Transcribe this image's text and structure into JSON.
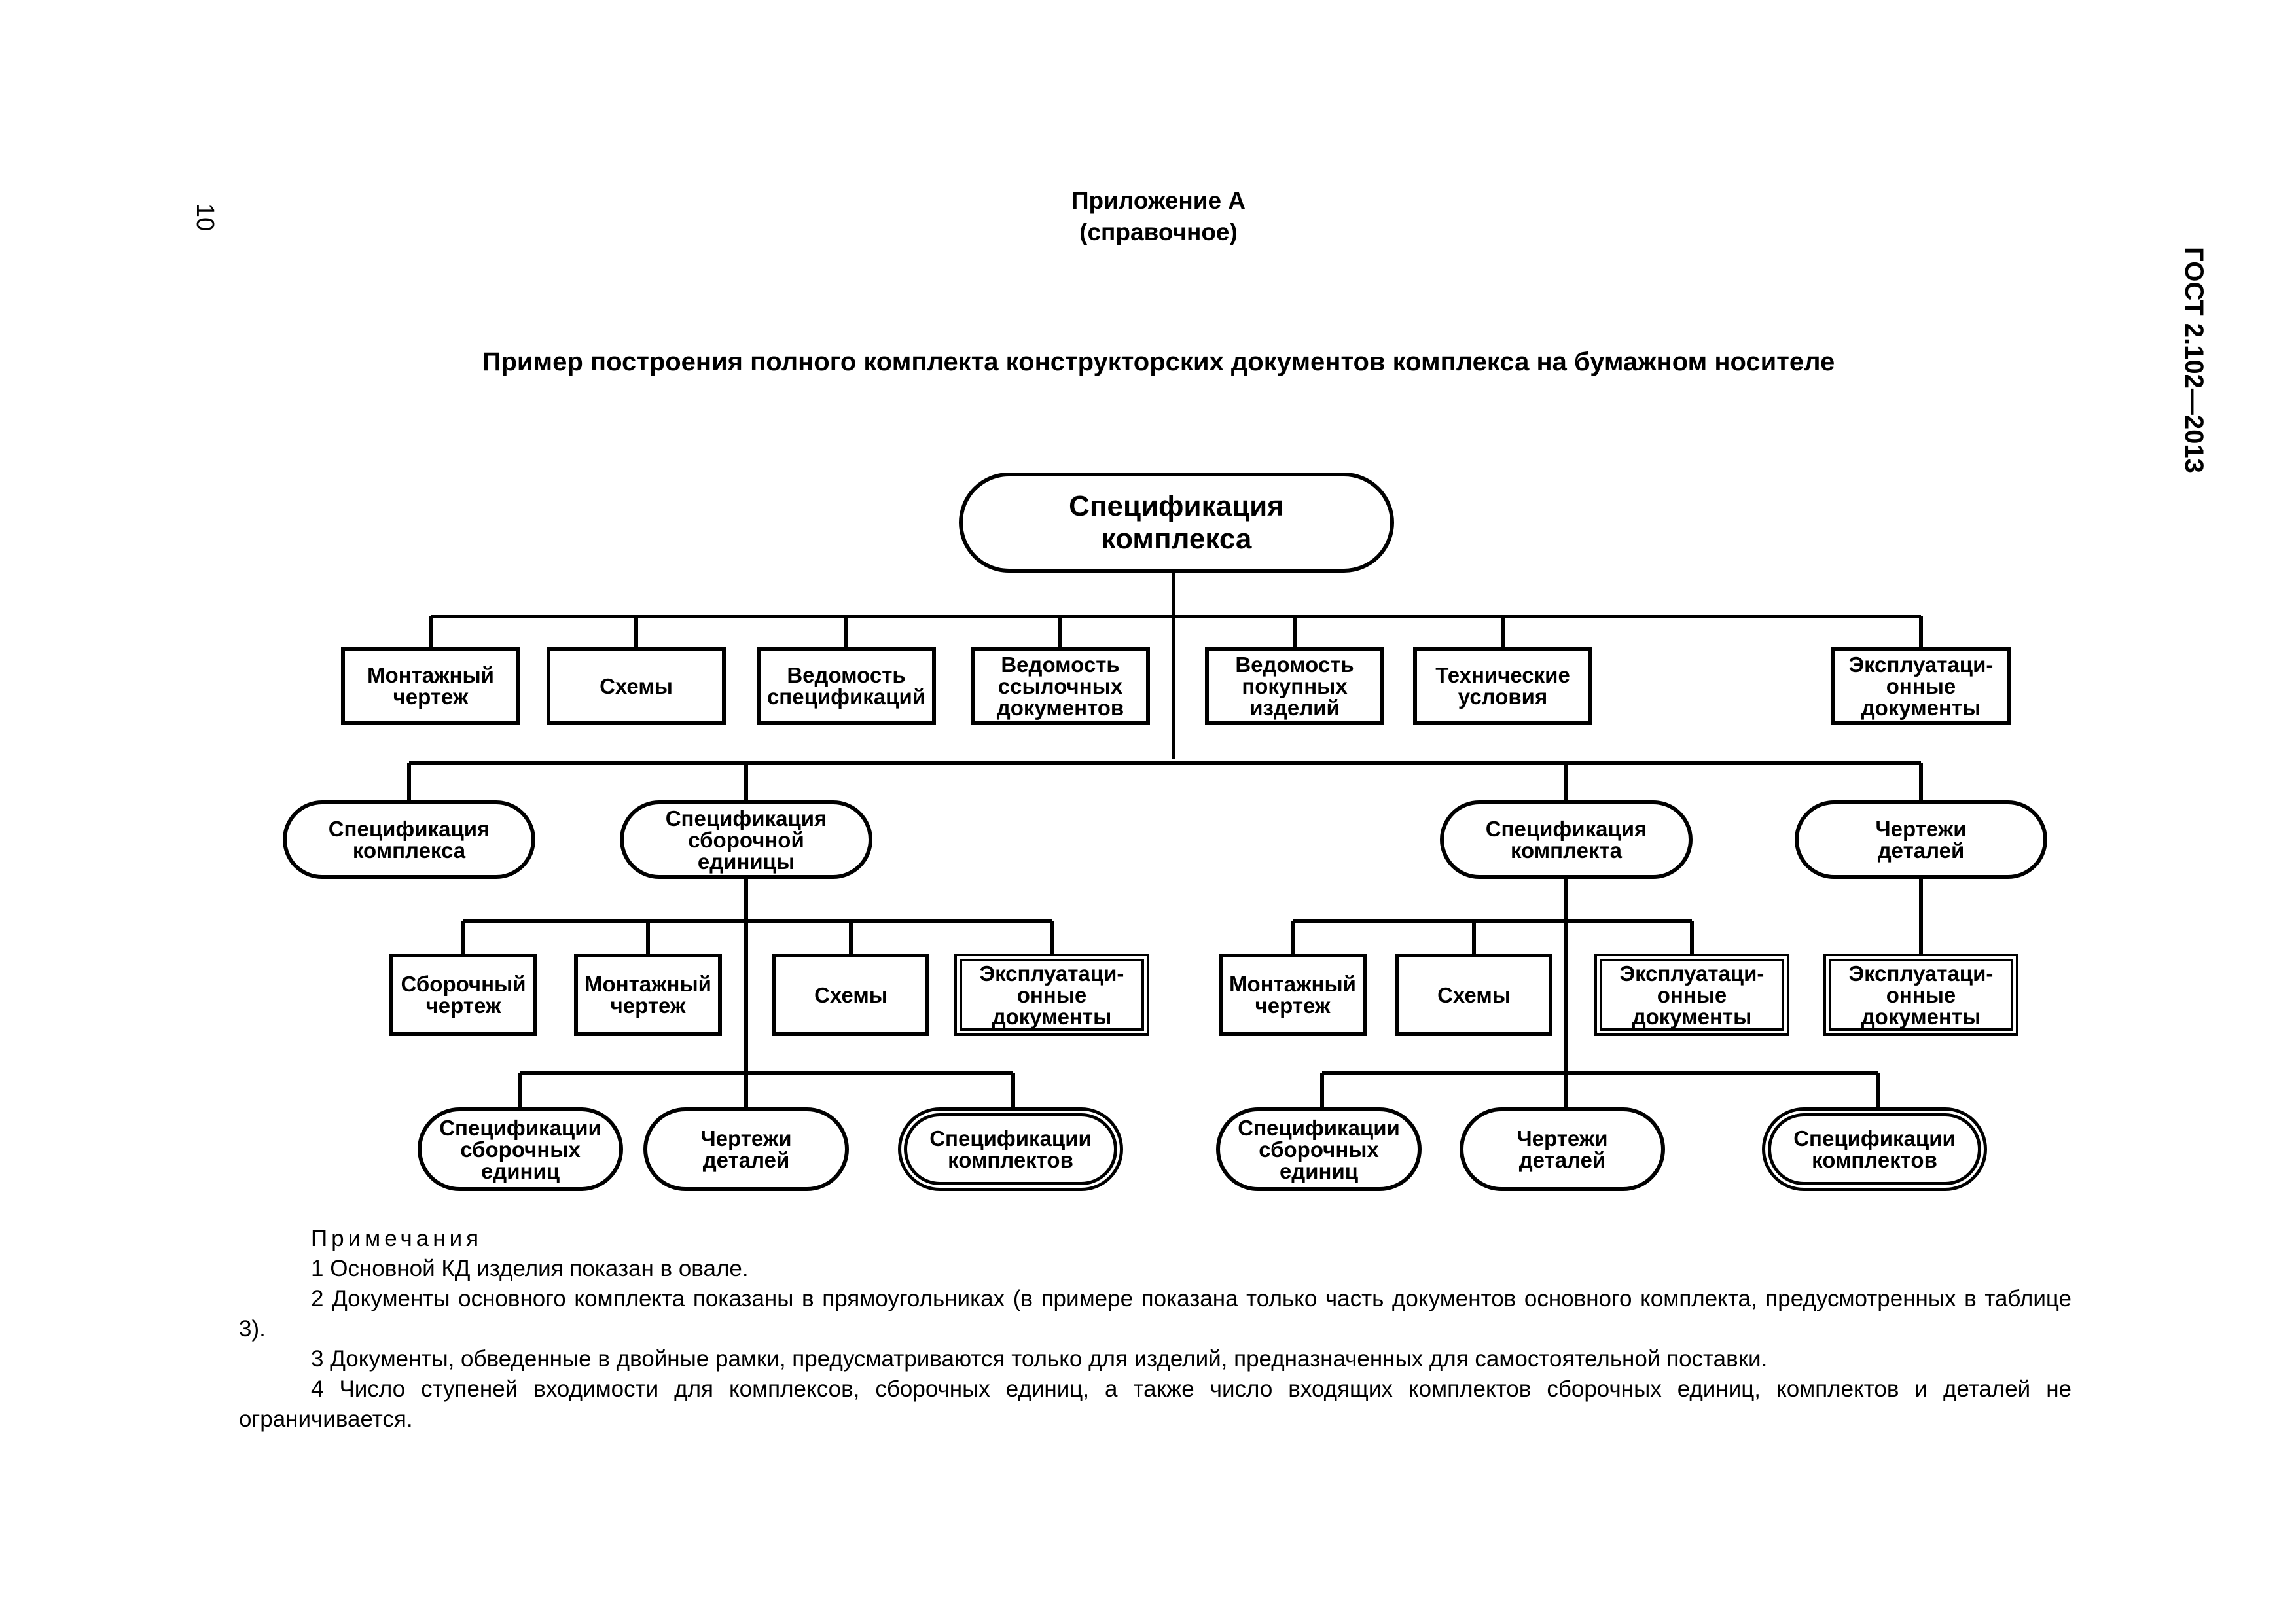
{
  "header": {
    "page_number": "10",
    "standard_code": "ГОСТ 2.102—2013",
    "appendix_title": "Приложение А",
    "appendix_type": "(справочное)",
    "title": "Пример построения полного комплекта конструкторских документов комплекса на бумажном носителе"
  },
  "diagram": {
    "root": "Спецификация\nкомплекса",
    "level1": [
      "Монтажный\nчертеж",
      "Схемы",
      "Ведомость\nспецификаций",
      "Ведомость\nссылочных\nдокументов",
      "Ведомость\nпокупных\nизделий",
      "Технические\nусловия",
      "Эксплуатаци-\nонные\nдокументы"
    ],
    "level2": [
      "Спецификация\nкомплекса",
      "Спецификация\nсборочной\nединицы",
      "Спецификация\nкомплекта",
      "Чертежи\nдеталей"
    ],
    "level3_left": [
      "Сборочный\nчертеж",
      "Монтажный\nчертеж",
      "Схемы",
      "Эксплуатаци-\nонные\nдокументы"
    ],
    "level3_right": [
      "Монтажный\nчертеж",
      "Схемы",
      "Эксплуатаци-\nонные\nдокументы"
    ],
    "level3_details": "Эксплуатаци-\nонные\nдокументы",
    "level4_left": [
      "Спецификации\nсборочных\nединиц",
      "Чертежи\nдеталей",
      "Спецификации\nкомплектов"
    ],
    "level4_right": [
      "Спецификации\nсборочных\nединиц",
      "Чертежи\nдеталей",
      "Спецификации\nкомплектов"
    ]
  },
  "notes": {
    "heading": "Примечания",
    "items": [
      "1  Основной КД изделия показан в овале.",
      "2  Документы основного комплекта показаны в прямоугольниках (в примере показана только часть документов основного комплекта, предусмотренных в таблице 3).",
      "3  Документы, обведенные в двойные рамки, предусматриваются только для изделий, предназначенных для самостоятельной поставки.",
      "4  Число ступеней входимости для комплексов, сборочных единиц, а также число входящих комплектов сборочных единиц, комплектов и деталей не ограничивается."
    ]
  }
}
